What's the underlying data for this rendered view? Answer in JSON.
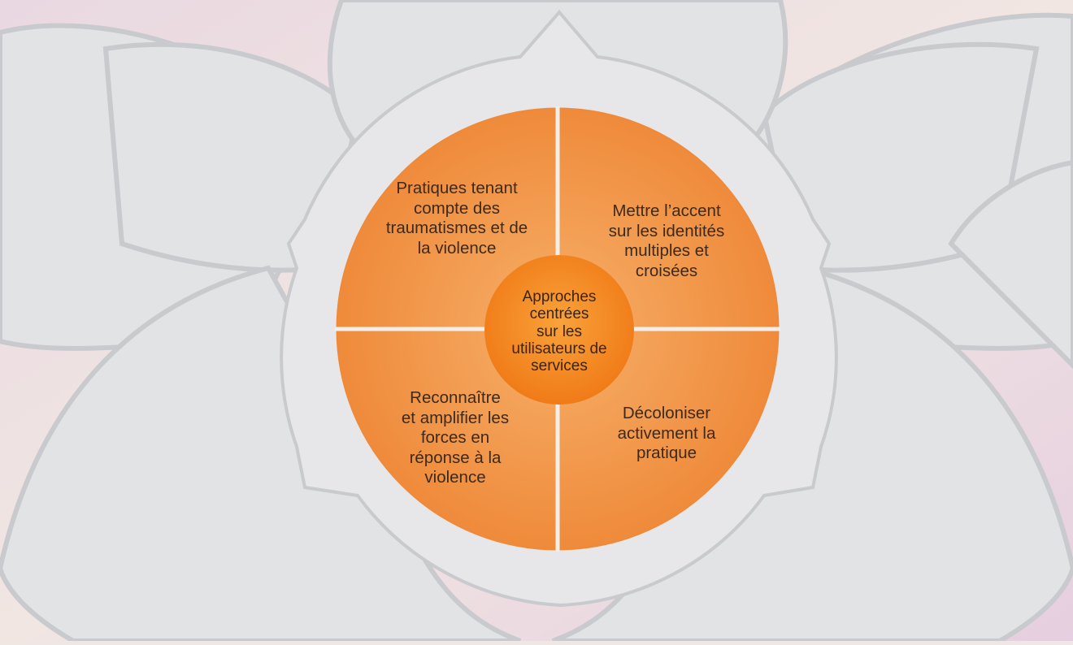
{
  "diagram": {
    "center": {
      "label": "Approches\ncentrées\nsur les\nutilisateurs de\nservices"
    },
    "quadrants": [
      {
        "id": "top-left",
        "label": "Pratiques tenant\ncompte des\ntraumatismes et de\nla violence"
      },
      {
        "id": "top-right",
        "label": "Mettre l’accent\nsur les identités\nmultiples et\ncroisées"
      },
      {
        "id": "bottom-left",
        "label": "Reconnaître\net amplifier les\nforces en\nréponse à la\nviolence"
      },
      {
        "id": "bottom-right",
        "label": "Décoloniser\nactivement la\npratique"
      }
    ],
    "colors": {
      "background": "#efe7e4",
      "petal_fill": "#e2e3e5",
      "petal_edge": "#c9cacd",
      "ring": "#e7e7e9",
      "wheel_light": "#f6b06a",
      "wheel_dark": "#ef8a3a",
      "center_light": "#f9a23b",
      "center_dark": "#f07b17",
      "divider": "#f4eee8"
    }
  }
}
